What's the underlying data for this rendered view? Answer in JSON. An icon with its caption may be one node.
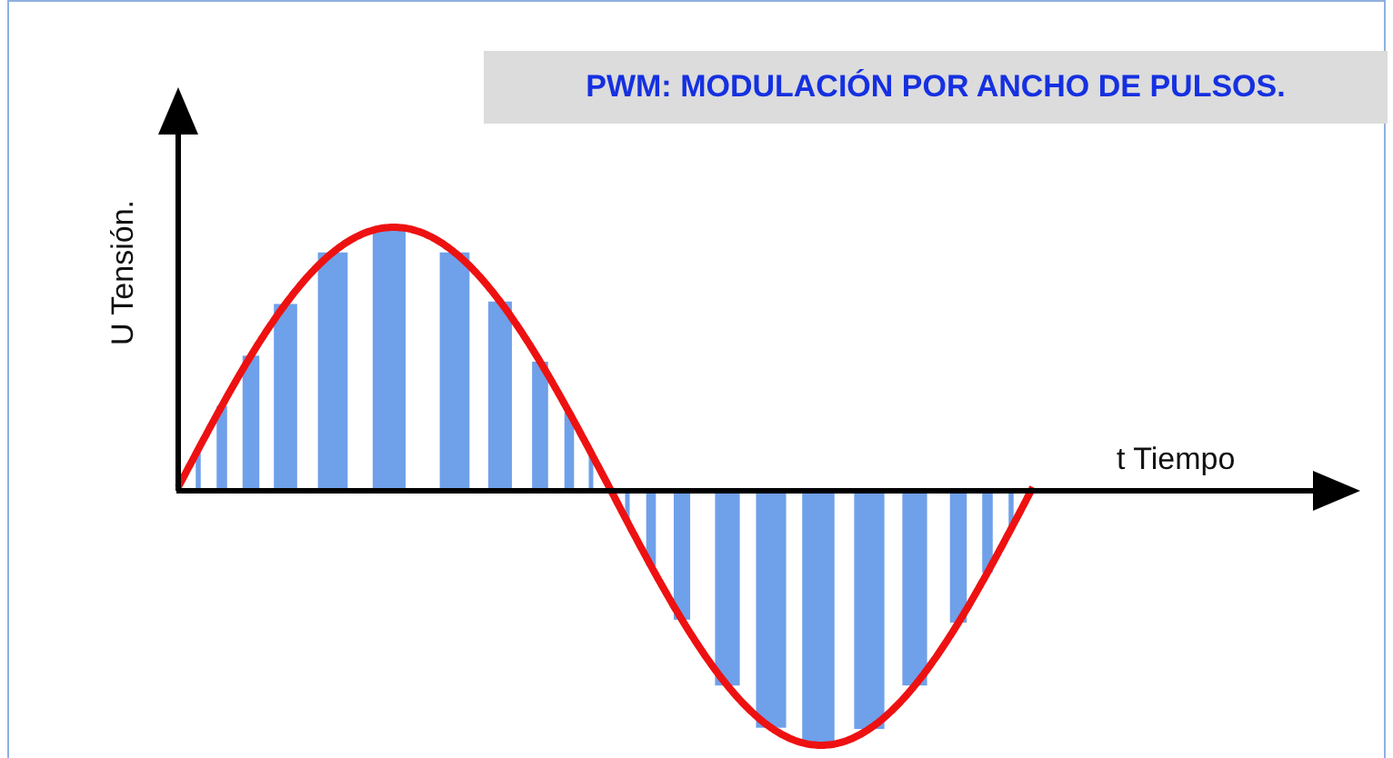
{
  "diagram": {
    "title": "PWM: MODULACIÓN POR ANCHO DE PULSOS.",
    "labels": [
      "U Tensión.",
      "t Tiempo"
    ]
  }
}
